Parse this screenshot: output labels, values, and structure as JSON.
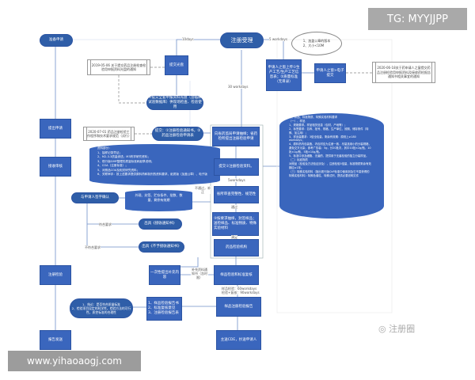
{
  "watermark_top": "TG: MYYJJPP",
  "watermark_bottom": "www.yihaoaogj.com",
  "logo_text": "注册圈",
  "left_column": [
    "准备申请",
    "提出申请",
    "接收审核",
    "注册检验",
    "报告发送"
  ],
  "main": {
    "accept": "注册受理",
    "submit_disc": "提交光盘",
    "disc_note": "2019-05-06 关于提交药品注册检查检验用申报资料光盘的通知",
    "disc_usage": "①提交全套申报资料光盘（含临床试验数据库）供现场检查、检验使用",
    "apply_sampling": "向省药监局申请抽样；省药检所提出注册检验申请",
    "submit_notice": "提交：①注册检验通知书，②药品注册检验申请表",
    "notice_note": "2020-07-01 药品注册检验工作程序和技术要求规范（试行）",
    "materials": "资料部分：\n1、抽样记录凭证；\n2、M2-3.3质量综述；M3药学研究资料；\n3、现行版GMP整理的质量标准和起草说明；\n4、COA（注册标准）；\n5、对照品COA及相关研究资料；\n6、关联审评：按上述要求提供原料药和制剂的资料要求，纸质版（加盖公章）、电子版",
    "submit_materials": "提交①注册检验资料。",
    "review": "省所审查完整性、规范性",
    "sampling": "③按要求抽样，封签样品；送检样品、标准物质、特殊实验材料",
    "lab": "药品检验机构",
    "appearance": "外观、封签、贮存条件、批数、数量、剩余有效期",
    "sign_confirm": "与申请人签字确认",
    "receive_notice": "出具《接收通知书》",
    "reject_notice": "出具《不予接收通知书》",
    "supplement": "一次性提出补充内容",
    "test_review": "样品检验和标准复核",
    "report": "样品注册检验报告",
    "send": "主送CDE，抄送申请人",
    "report_list": "1、样品检验报告书\n2、标准复核意见\n3、注册检验报告表",
    "conclusion": "1、结论：是否符合质量标准\n2、检验项目设定的科学性，检验方法的可行性，质控标准的合理性",
    "upload": "申请人之窗上传①生产工艺/生产工艺信息表；②质量标准（无目录）",
    "bubble": "1、加盖公章的版本\n2、大小<10M",
    "e_submit": "申请人之窗>电子提交",
    "e_note": "2020-06-18关于药申请人之窗提交药品注册检验用申报资料及接收药检报告通知书相关事宜的通知",
    "requirements": "二、样品、标准物质、特殊实验材料要求\n（一）、样品\n1、规格要求。样品相关信息（包材、产地等）；\n2、标签要求：名称、批号、规格、生产单位、效期、储存条件（特殊、加注用）；\n3、样品量要求：3倍全检量，剩余有效期：原则上≥180 workdays；\n4、原料药内包装瓶、内包材应为注册一致，尽量选用小的分装规格，避免交叉污染，参考广告装：5g，分20批次，其中10批×2g/瓶，10批×1g/瓶，5批×10g/瓶。\n5、标准中涉及细胞、无菌的，提供用于无菌检验的独立分装样品。\n（二）标准物质\n对照品（检验及方法验证涉及），注册检验3倍量，标准物质剩余有效期应≥1年。\n（三）特殊实验材料（指出现行版ChP标准中使用到及它不易获得的特殊实验材料）特殊色谱柱、特殊试剂，提供必要说明文件"
  },
  "edge_labels": {
    "d10": "10days",
    "d5": "5 workdays",
    "d30": "30 workdays",
    "d5b": "5workdays",
    "pass": "通过",
    "satisfy": "满足",
    "not_pass": "不通过，补正",
    "meets": "符合要求",
    "not_meets": "不符合要求",
    "supp_notice": "补充资料通知书（含时限）",
    "timing": "样品检验：60workdays\n检验+复核：90workdays"
  },
  "colors": {
    "node": "#3a66bd",
    "line": "#6f8fc9"
  }
}
